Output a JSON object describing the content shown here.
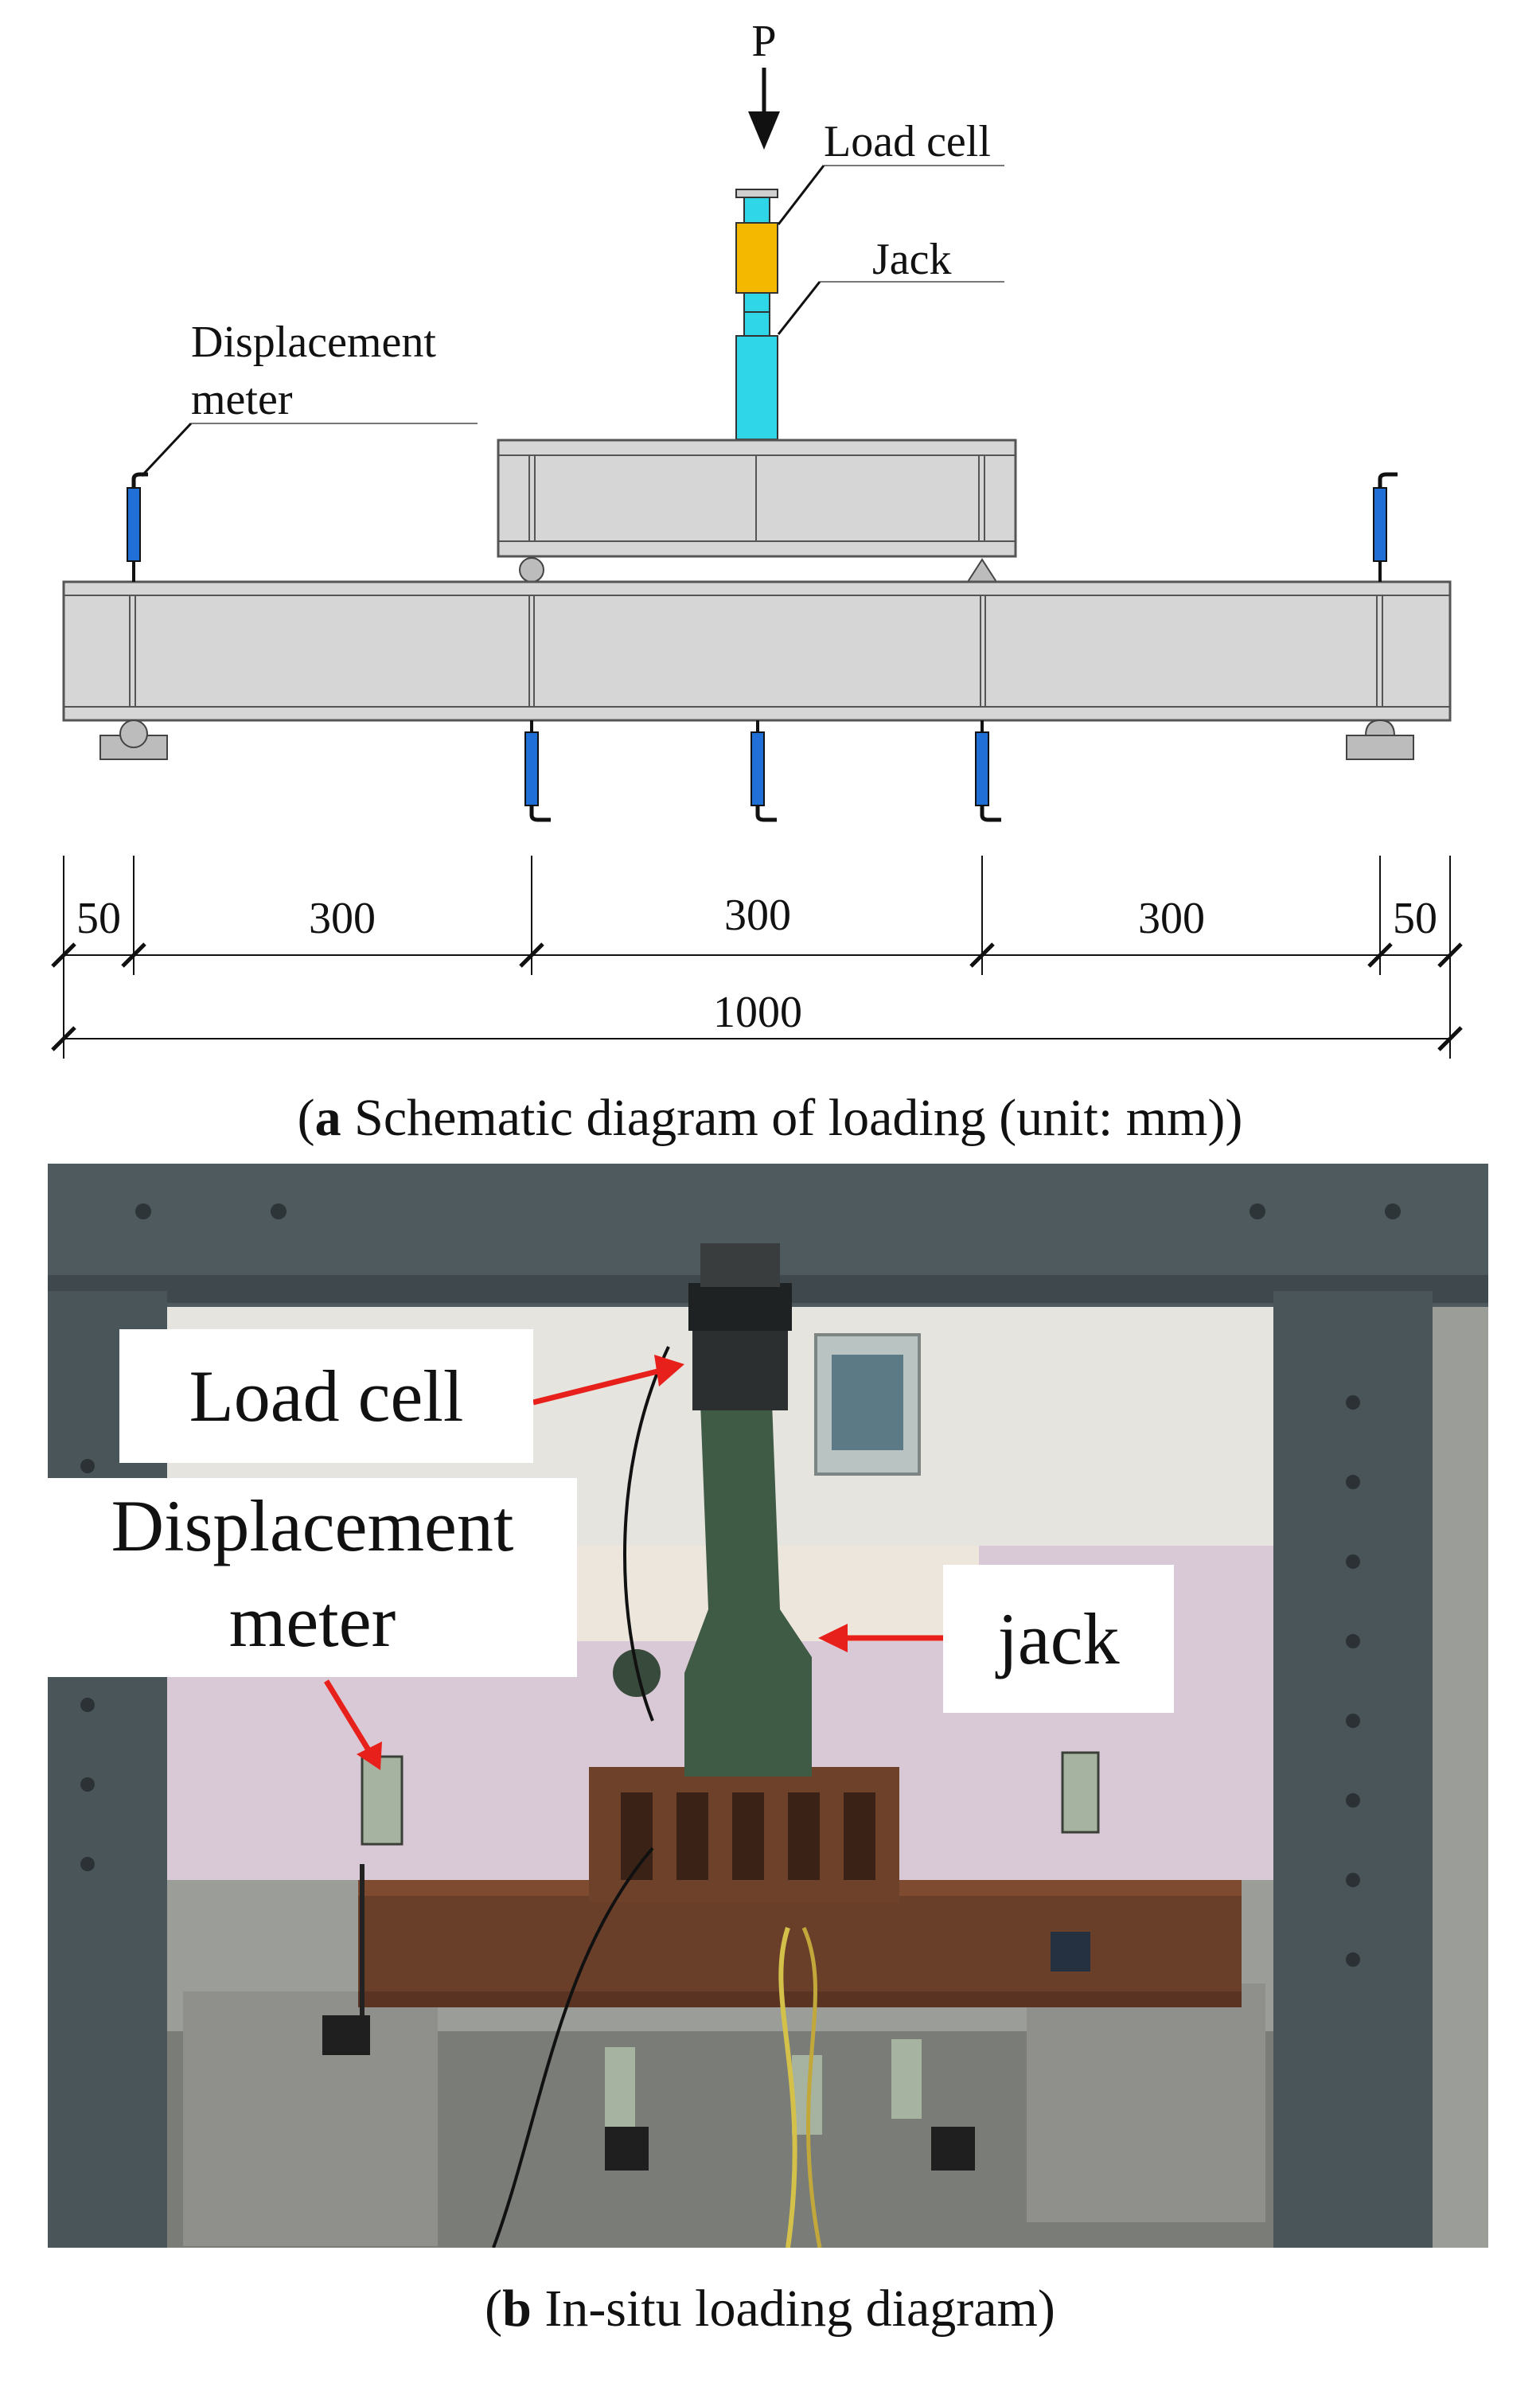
{
  "schematic": {
    "load_symbol": "P",
    "labels": {
      "load_cell": "Load cell",
      "jack": "Jack",
      "displacement_meter_line1": "Displacement",
      "displacement_meter_line2": "meter"
    },
    "dimensions": {
      "segments": [
        "50",
        "300",
        "300",
        "300",
        "50"
      ],
      "total": "1000"
    },
    "colors": {
      "beam": "#d6d6d6",
      "beam_edge": "#555555",
      "meter": "#1f6fd6",
      "load_cell": "#f5b800",
      "jack": "#2fd6e8"
    }
  },
  "caption_a": {
    "letter": "a",
    "text": " Schematic diagram of loading (unit: mm)"
  },
  "photo": {
    "labels": {
      "load_cell": "Load cell",
      "displacement_meter_line1": "Displacement",
      "displacement_meter_line2": "meter",
      "jack": "jack"
    },
    "arrow_color": "#e8201c"
  },
  "caption_b": {
    "letter": "b",
    "text": " In-situ loading diagram"
  }
}
